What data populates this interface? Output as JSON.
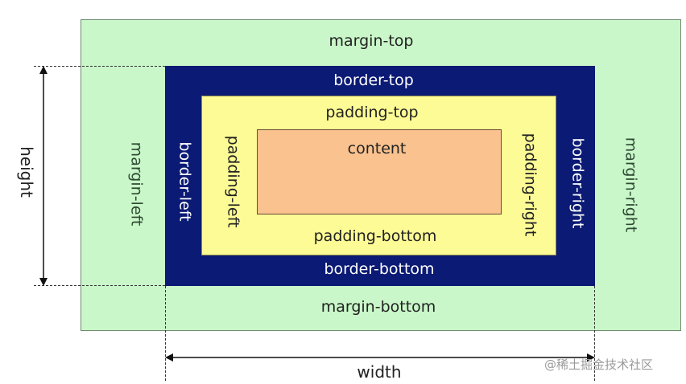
{
  "diagram": {
    "margin": {
      "top": "margin-top",
      "bottom": "margin-bottom",
      "left": "margin-left",
      "right": "margin-right"
    },
    "border": {
      "top": "border-top",
      "bottom": "border-bottom",
      "left": "border-left",
      "right": "border-right"
    },
    "padding": {
      "top": "padding-top",
      "bottom": "padding-bottom",
      "left": "padding-left",
      "right": "padding-right"
    },
    "content": "content",
    "dimensions": {
      "height": "height",
      "width": "width"
    },
    "colors": {
      "margin": "#c9f7c9",
      "border": "#0b1a74",
      "padding": "#fdfb95",
      "content": "#f9c28e"
    }
  },
  "watermark": "@稀土掘金技术社区"
}
